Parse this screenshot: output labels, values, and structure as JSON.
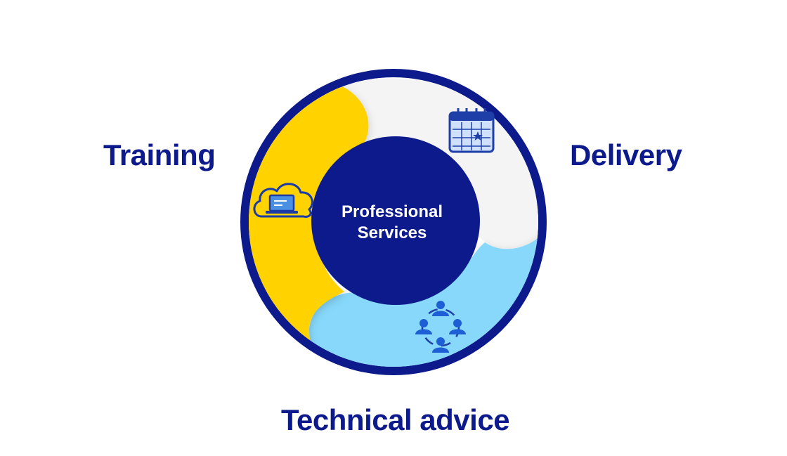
{
  "diagram": {
    "center_label_line1": "Professional",
    "center_label_line2": "Services",
    "segments": [
      {
        "label": "Training",
        "color": "#ffd200",
        "icon": "cloud-laptop-icon"
      },
      {
        "label": "Delivery",
        "color": "#f4f4f4",
        "icon": "calendar-icon"
      },
      {
        "label": "Technical advice",
        "color": "#87d8fb",
        "icon": "team-network-icon"
      }
    ],
    "colors": {
      "navy": "#0d1a8c",
      "ring": "#0d1a8c",
      "center": "#0d1a8c",
      "icon_blue": "#1f5fd6"
    }
  }
}
